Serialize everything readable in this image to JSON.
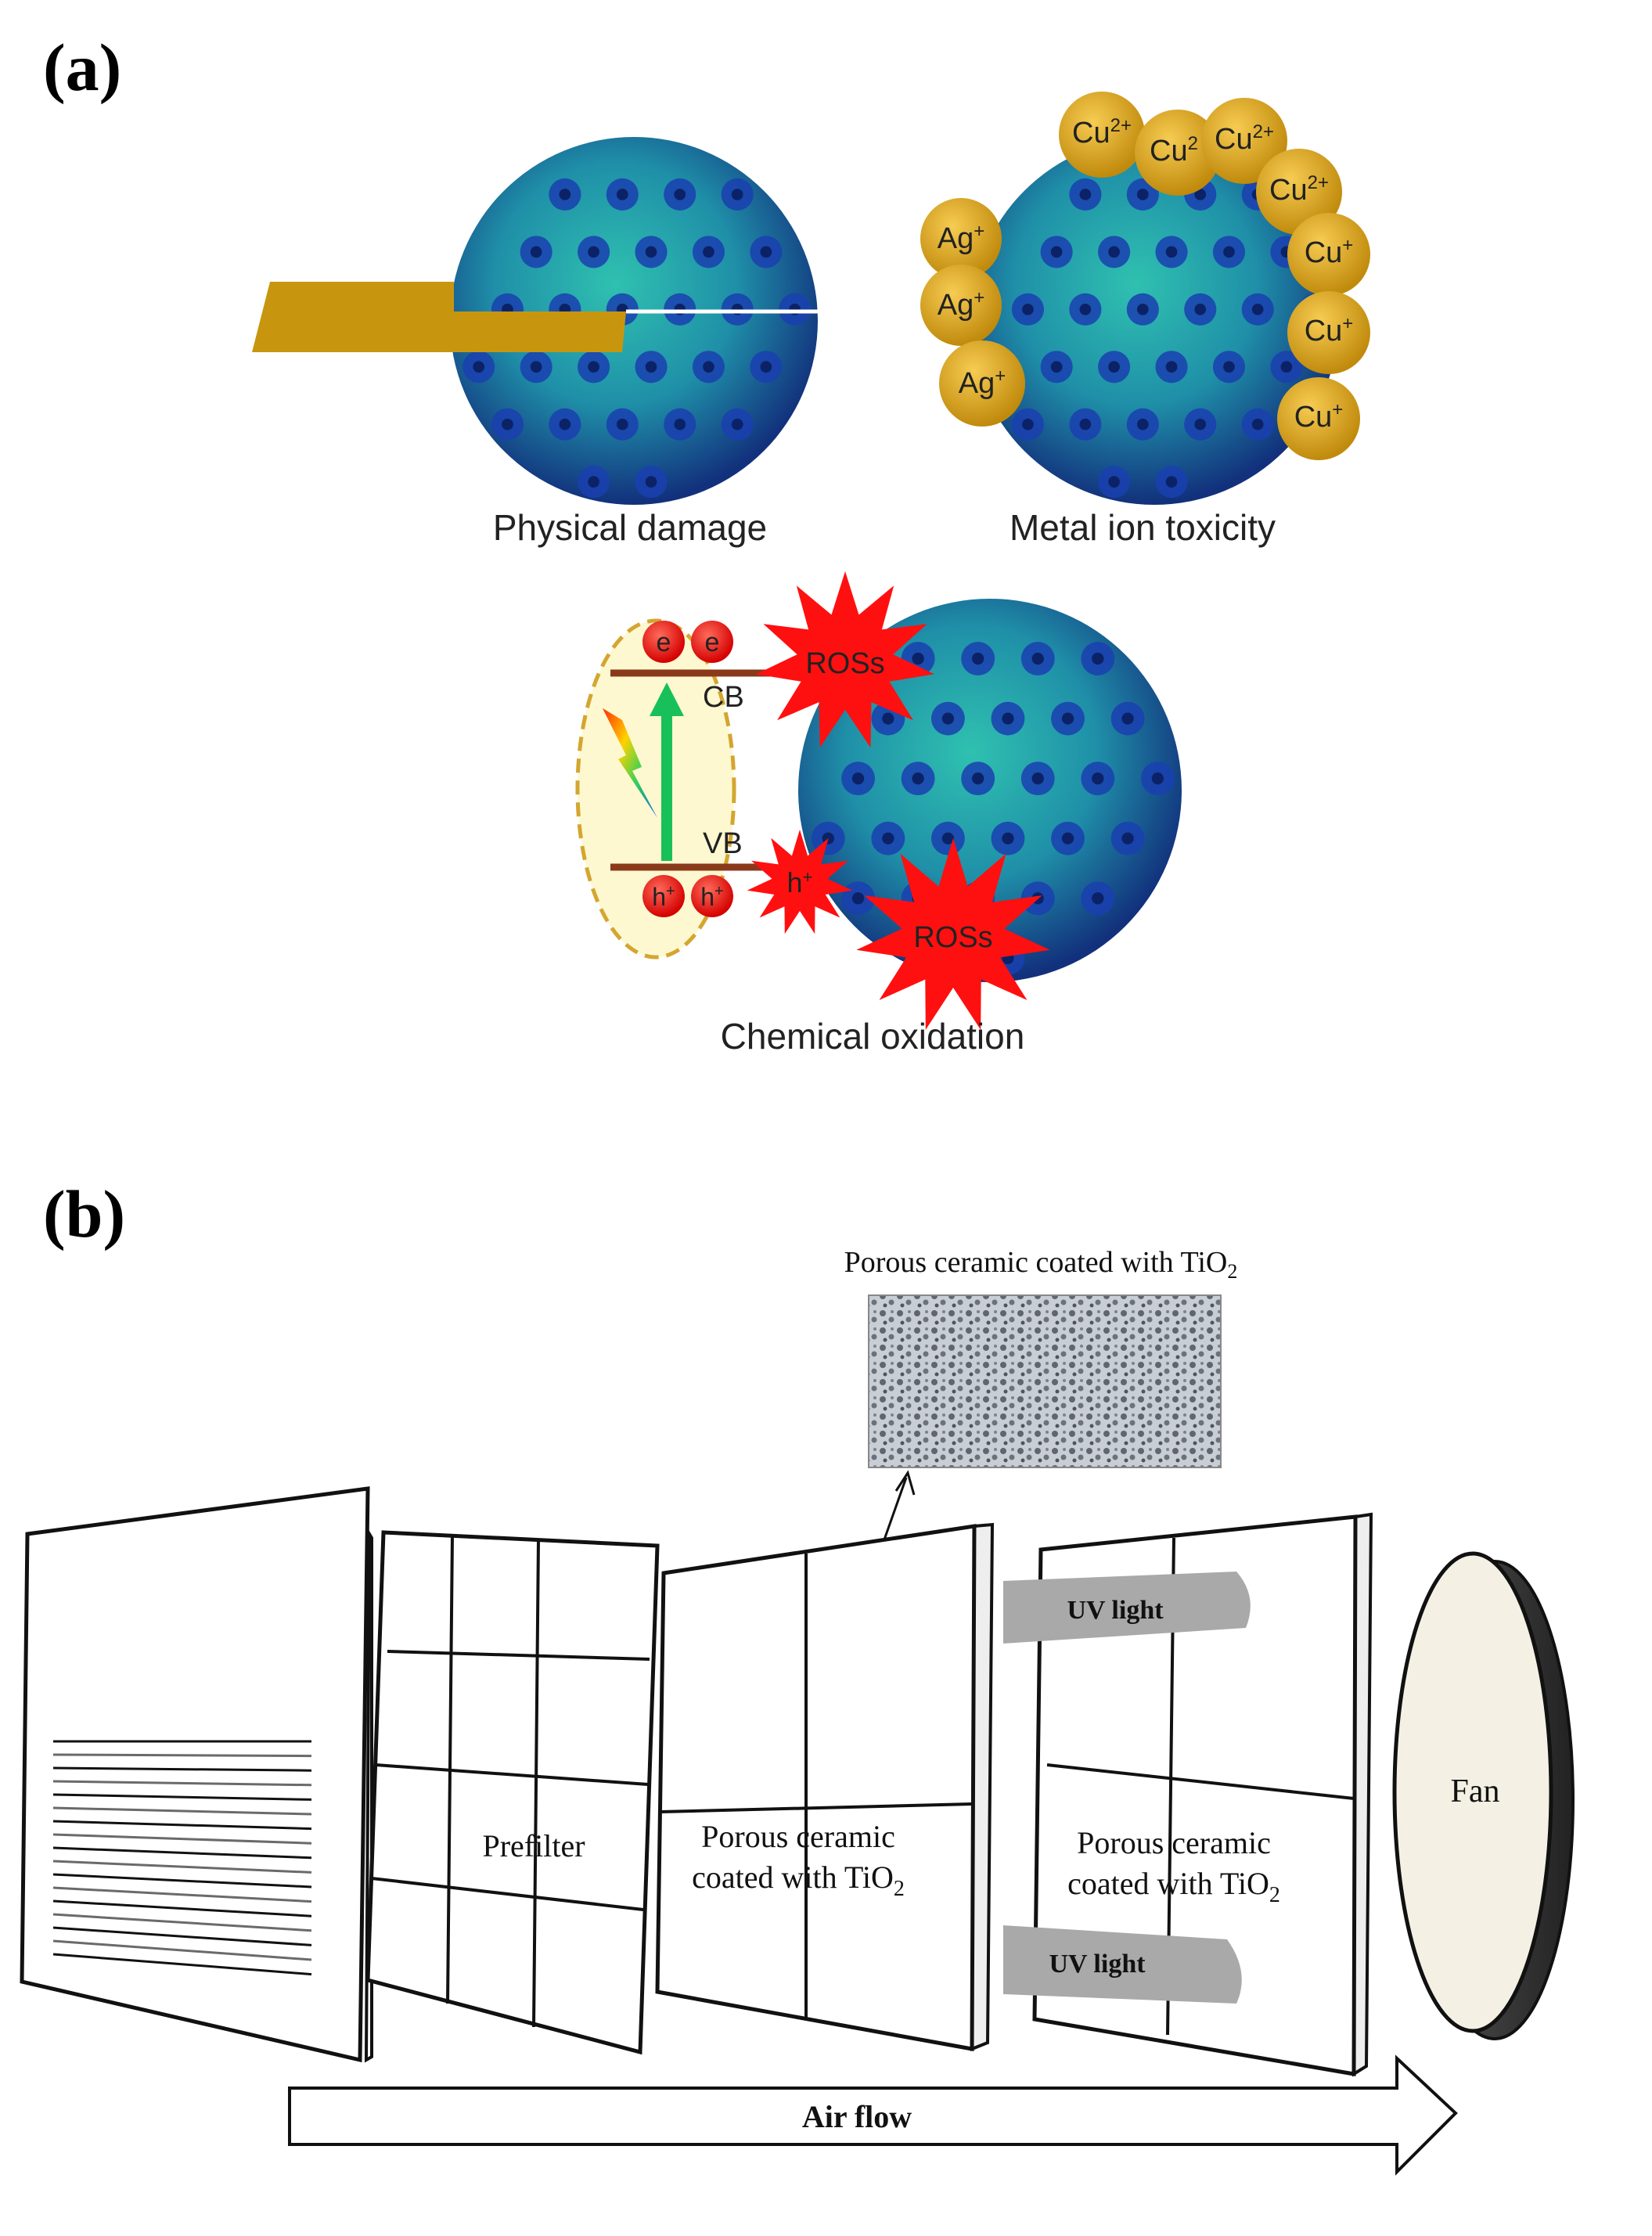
{
  "panels": {
    "a": {
      "label": "(a)",
      "physical_caption": "Physical damage",
      "metal_caption": "Metal ion toxicity",
      "chemical_caption": "Chemical oxidation",
      "cu_ions": [
        "Cu2+",
        "Cu2",
        "Cu2+",
        "Cu2+",
        "Cu+",
        "Cu+",
        "Cu+"
      ],
      "ag_ions": [
        "Ag+",
        "Ag+",
        "Ag+"
      ],
      "electron": "e",
      "hole": "h+",
      "cb": "CB",
      "vb": "VB",
      "ros": "ROSs"
    },
    "b": {
      "label": "(b)",
      "inset_caption": "Porous ceramic coated with TiO2",
      "prefilter": "Prefilter",
      "ceramic_line1": "Porous ceramic",
      "ceramic_line2": "coated with TiO2",
      "uv_light": "UV light",
      "fan": "Fan",
      "air_flow": "Air flow"
    }
  },
  "colors": {
    "gold": "#c8960e",
    "ion_fill": "#daa21a",
    "ros_red": "#ff1010",
    "virus_blue": "#1a3fb0",
    "virus_cyan": "#1fa6a0",
    "band_brown": "#8a3a1a",
    "yellow_ellipse": "#fdf8d0",
    "green_arrow": "#18c05a",
    "fan_fill": "#f4f1e4",
    "uv_gray": "#a9a9a9"
  }
}
